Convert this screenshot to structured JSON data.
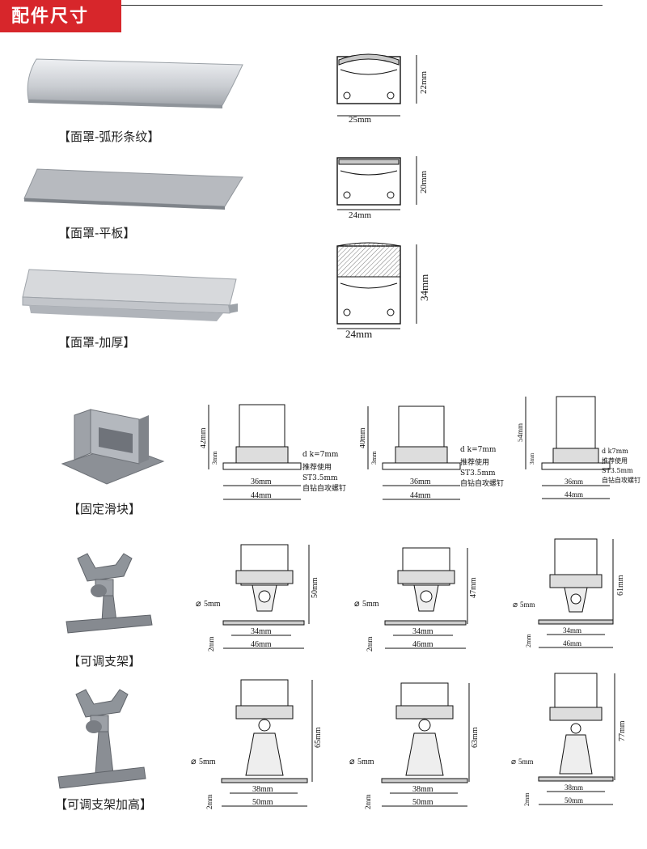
{
  "header": {
    "title": "配件尺寸"
  },
  "covers": [
    {
      "label": "【面罩-弧形条纹】",
      "width": "25mm",
      "height": "22mm"
    },
    {
      "label": "【面罩-平板】",
      "width": "24mm",
      "height": "20mm"
    },
    {
      "label": "【面罩-加厚】",
      "width": "24mm",
      "height": "34mm"
    }
  ],
  "slider": {
    "label": "【固定滑块】",
    "variants": [
      {
        "height": "42mm",
        "base_h": "3mm",
        "inner": "36mm",
        "outer": "44mm",
        "dk": "d k=7mm",
        "note1": "推荐使用",
        "note2": "ST3.5mm",
        "note3": "自钻自攻螺钉"
      },
      {
        "height": "40mm",
        "base_h": "3mm",
        "inner": "36mm",
        "outer": "44mm",
        "dk": "d k=7mm",
        "note1": "推荐使用",
        "note2": "ST3.5mm",
        "note3": "自钻自攻螺钉"
      },
      {
        "height": "54mm",
        "base_h": "3mm",
        "inner": "36mm",
        "outer": "44mm",
        "dk": "d k7mm",
        "note1": "推荐使用",
        "note2": "ST3.5mm",
        "note3": "自钻自攻螺钉"
      }
    ]
  },
  "bracket": {
    "label": "【可调支架】",
    "variants": [
      {
        "height": "50mm",
        "hole": "5mm",
        "base_h": "2mm",
        "inner": "34mm",
        "outer": "46mm"
      },
      {
        "height": "47mm",
        "hole": "5mm",
        "base_h": "2mm",
        "inner": "34mm",
        "outer": "46mm"
      },
      {
        "height": "61mm",
        "hole": "5mm",
        "base_h": "2mm",
        "inner": "34mm",
        "outer": "46mm"
      }
    ]
  },
  "bracket_high": {
    "label": "【可调支架加高】",
    "variants": [
      {
        "height": "65mm",
        "hole": "5mm",
        "base_h": "2mm",
        "inner": "38mm",
        "outer": "50mm"
      },
      {
        "height": "63mm",
        "hole": "5mm",
        "base_h": "2mm",
        "inner": "38mm",
        "outer": "50mm"
      },
      {
        "height": "77mm",
        "hole": "5mm",
        "base_h": "2mm",
        "inner": "38mm",
        "outer": "50mm"
      }
    ]
  },
  "colors": {
    "header_bg": "#d7262b",
    "line": "#333333",
    "part": "#8a8d93"
  }
}
